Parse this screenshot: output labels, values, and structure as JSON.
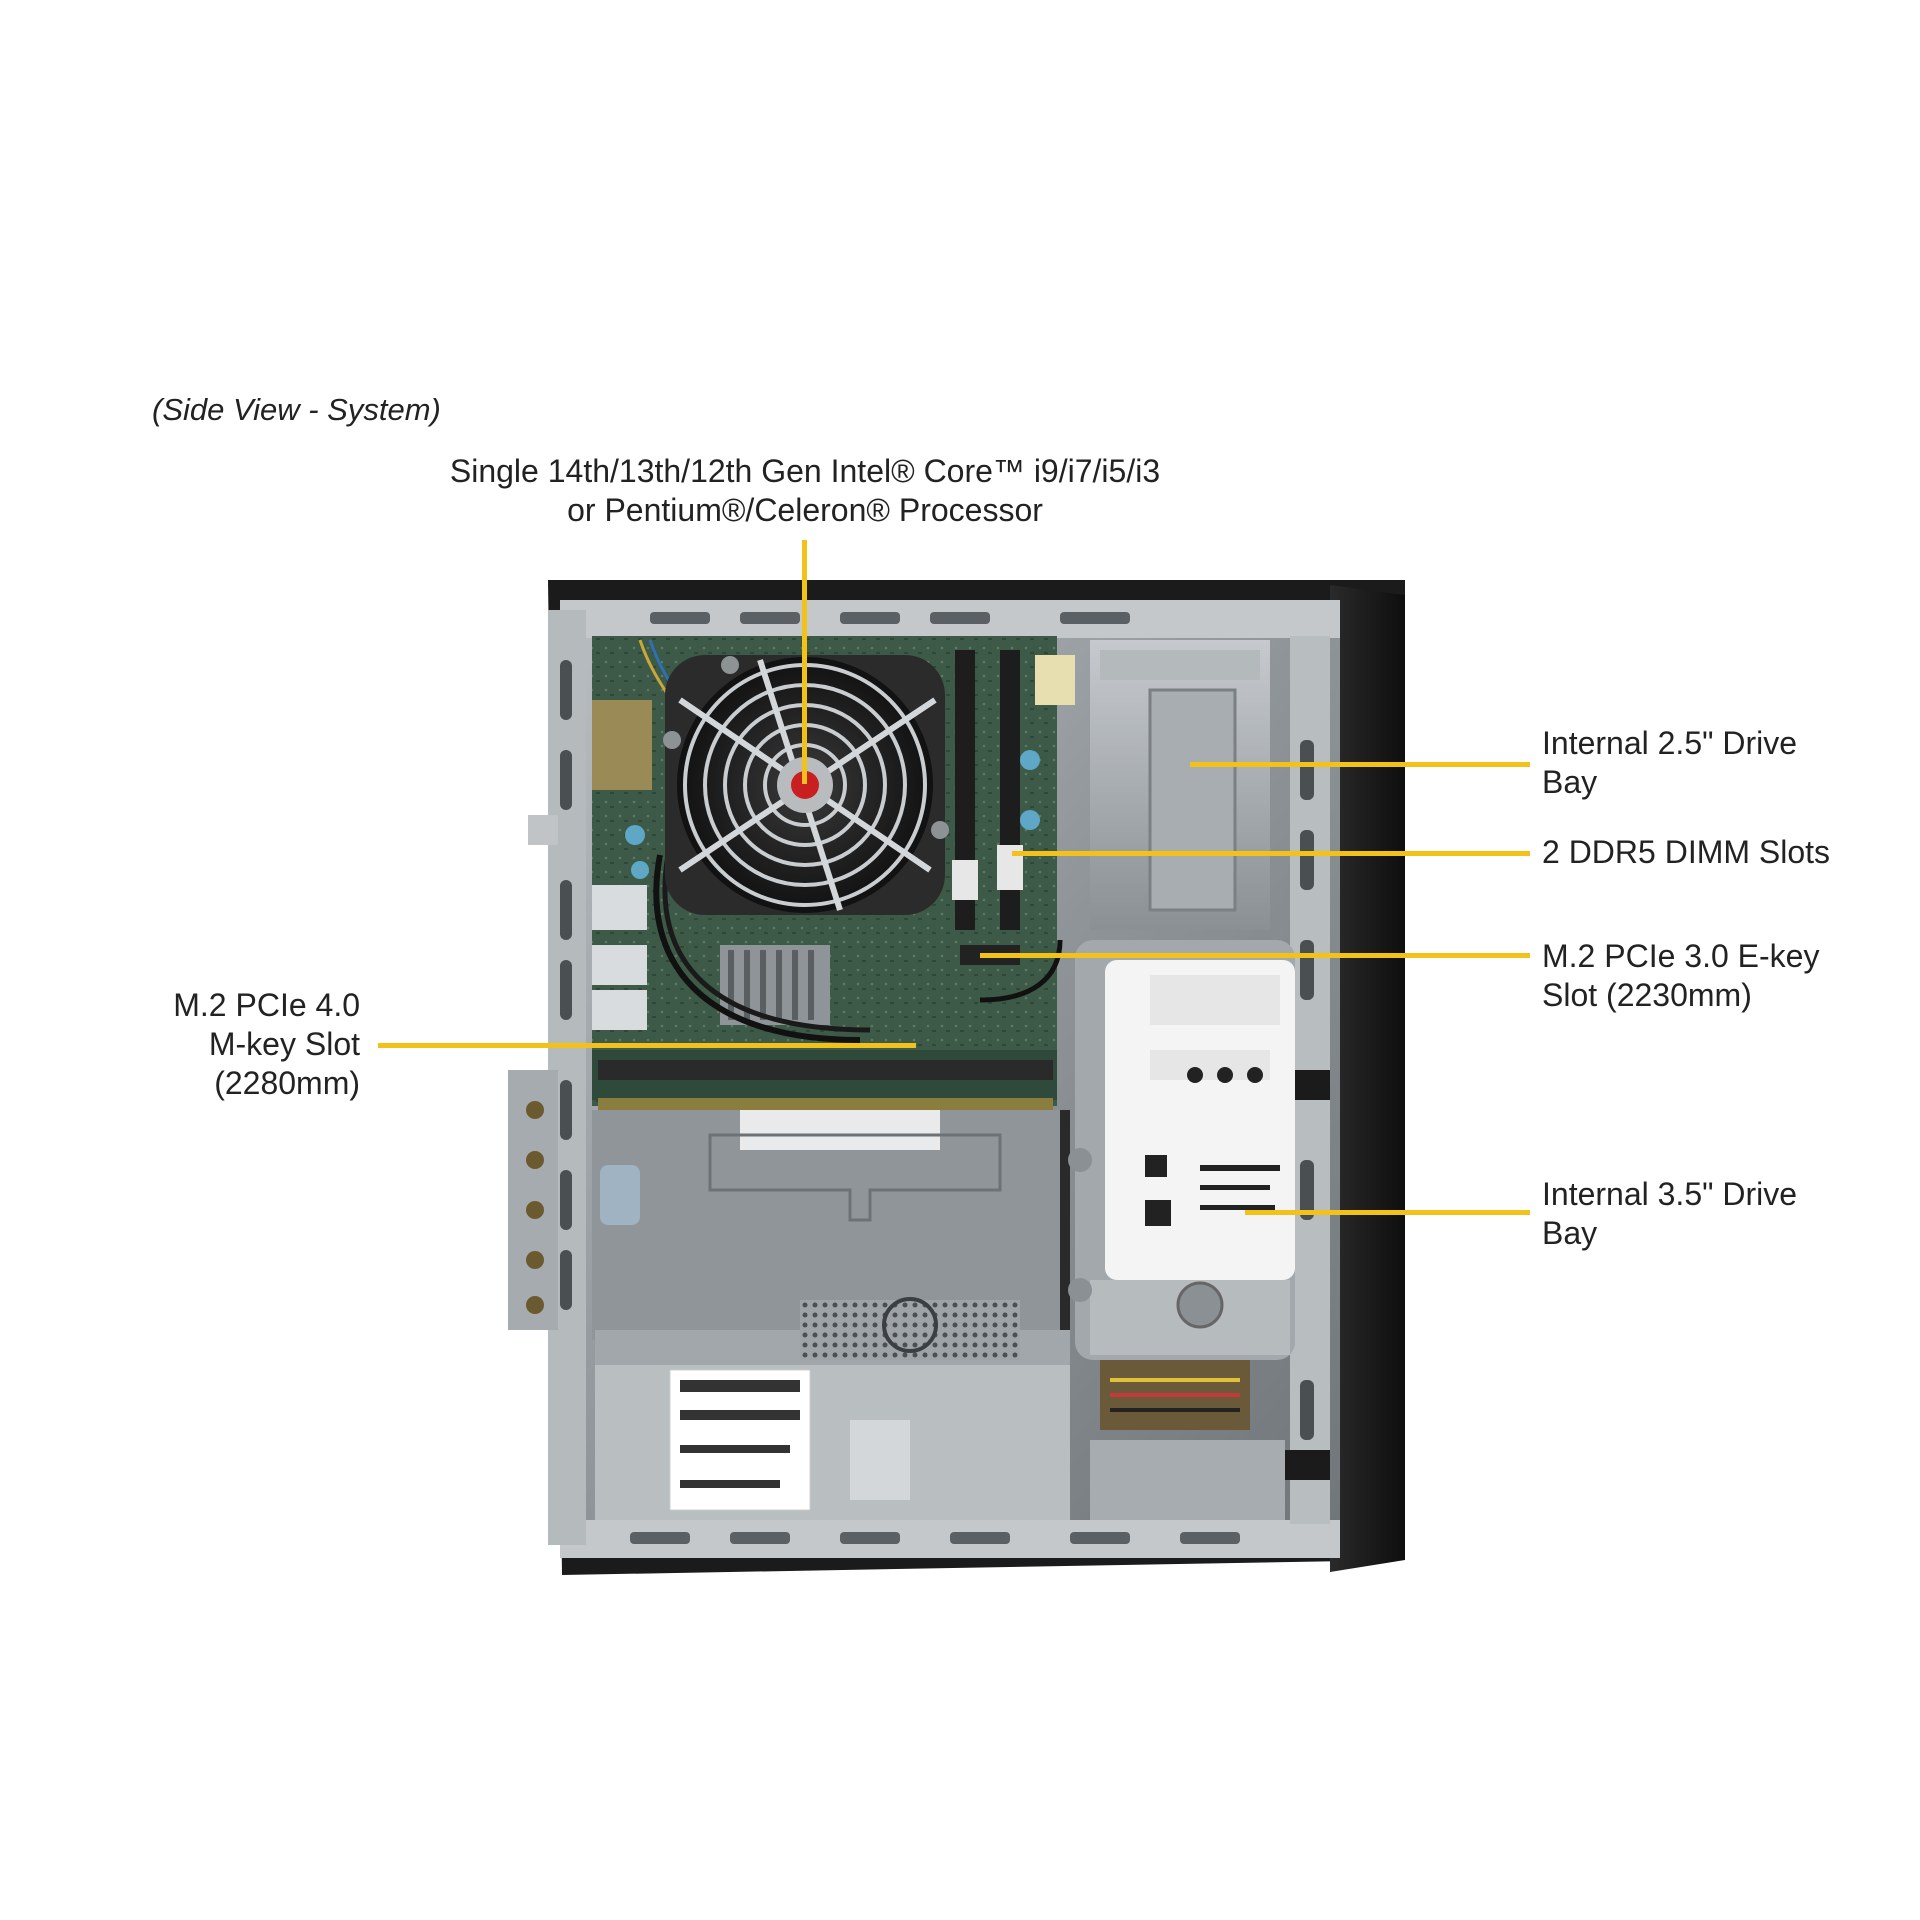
{
  "caption": "(Side View - System)",
  "callouts": {
    "processor": {
      "line1": "Single 14th/13th/12th Gen Intel® Core™ i9/i7/i5/i3",
      "line2": "or Pentium®/Celeron® Processor"
    },
    "drive25": {
      "line1": "Internal 2.5\" Drive",
      "line2": "Bay"
    },
    "dimm": {
      "line1": "2 DDR5 DIMM Slots"
    },
    "m2_ekey": {
      "line1": "M.2 PCIe 3.0 E-key",
      "line2": "Slot (2230mm)"
    },
    "m2_mkey": {
      "line1": "M.2 PCIe 4.0",
      "line2": "M-key Slot",
      "line3": "(2280mm)"
    },
    "drive35": {
      "line1": "Internal 3.5\" Drive",
      "line2": "Bay"
    }
  },
  "colors": {
    "callout_line": "#f2c21a",
    "chassis_dark": "#1c1c1c",
    "chassis_metal": "#9aa0a4",
    "motherboard": "#3e5a47"
  },
  "icons": [
    "cpu-fan-icon",
    "hard-drive-icon",
    "psu-fan-icon"
  ]
}
